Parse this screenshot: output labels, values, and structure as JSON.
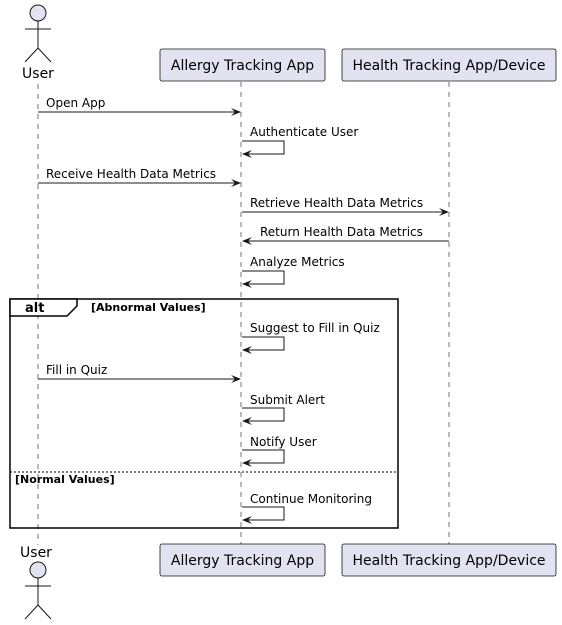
{
  "participants": [
    {
      "id": "user",
      "name": "User",
      "kind": "actor"
    },
    {
      "id": "app",
      "name": "Allergy Tracking App",
      "kind": "participant"
    },
    {
      "id": "health",
      "name": "Health Tracking App/Device",
      "kind": "participant"
    }
  ],
  "messages": [
    {
      "from": "user",
      "to": "app",
      "label": "Open App"
    },
    {
      "from": "app",
      "to": "app",
      "label": "Authenticate User"
    },
    {
      "from": "user",
      "to": "app",
      "label": "Receive Health Data Metrics"
    },
    {
      "from": "app",
      "to": "health",
      "label": "Retrieve Health Data Metrics"
    },
    {
      "from": "health",
      "to": "app",
      "label": "Return Health Data Metrics"
    },
    {
      "from": "app",
      "to": "app",
      "label": "Analyze Metrics"
    },
    {
      "from": "app",
      "to": "app",
      "label": "Suggest to Fill in Quiz"
    },
    {
      "from": "user",
      "to": "app",
      "label": "Fill in Quiz"
    },
    {
      "from": "app",
      "to": "app",
      "label": "Submit Alert"
    },
    {
      "from": "app",
      "to": "app",
      "label": "Notify User"
    },
    {
      "from": "app",
      "to": "app",
      "label": "Continue Monitoring"
    }
  ],
  "fragment": {
    "keyword": "alt",
    "guards": [
      "[Abnormal Values]",
      "[Normal Values]"
    ]
  },
  "colors": {
    "participant_fill": "#e2e2f0",
    "participant_border": "#181818",
    "lifeline": "#181818",
    "arrow": "#181818",
    "fragment_border": "#000000",
    "fragment_fill": "#ffffff"
  }
}
